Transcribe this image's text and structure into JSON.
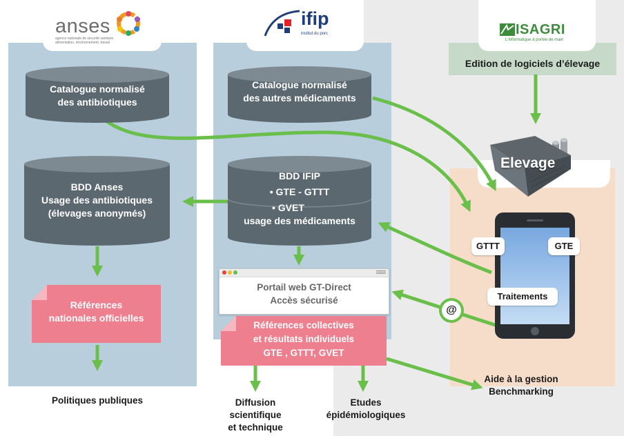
{
  "logos": {
    "anses_name": "anses",
    "anses_tagline_1": "agence nationale de sécurité sanitaire",
    "anses_tagline_2": "alimentation, environnement, travail",
    "ifip_name": "ifip",
    "ifip_tagline": "institut du porc",
    "isagri_name": "ISAGRI",
    "isagri_tagline": "L'informatique à portée de main"
  },
  "anses": {
    "catalogue_line1": "Catalogue normalisé",
    "catalogue_line2": "des antibiotiques",
    "bdd_line1": "BDD Anses",
    "bdd_line2": "Usage des antibiotiques",
    "bdd_line3": "(élevages anonymés)",
    "refs_line1": "Références",
    "refs_line2": "nationales officielles",
    "output_label": "Politiques publiques"
  },
  "ifip": {
    "catalogue_line1": "Catalogue normalisé",
    "catalogue_line2": "des autres médicaments",
    "bdd_line1": "BDD IFIP",
    "bdd_line2": "• GTE - GTTT",
    "bdd_line3": "• GVET",
    "bdd_line4": "usage des médicaments",
    "portal_line1": "Portail web GT-Direct",
    "portal_line2": "Accès sécurisé",
    "refs_line1": "Références collectives",
    "refs_line2": "et résultats individuels",
    "refs_line3": "GTE , GTTT, GVET",
    "output1_line1": "Diffusion",
    "output1_line2": "scientifique",
    "output1_line3": "et technique",
    "output2_line1": "Etudes",
    "output2_line2": "épidémiologiques"
  },
  "isagri": {
    "edition_label": "Edition de logiciels d’élevage"
  },
  "elevage": {
    "label": "Elevage",
    "bubble_gttt": "GTTT",
    "bubble_gte": "GTE",
    "bubble_traitements": "Traitements",
    "at_symbol": "@",
    "aide_line1": "Aide à la gestion",
    "aide_line2": "Benchmarking"
  },
  "colors": {
    "arrow": "#6abf4b",
    "cylinder": "#5c6870",
    "pink": "#ee7f8e",
    "column_blue": "#b9cedd",
    "column_peach": "#f6ddc9",
    "isagri_green": "#3c8c3c"
  }
}
